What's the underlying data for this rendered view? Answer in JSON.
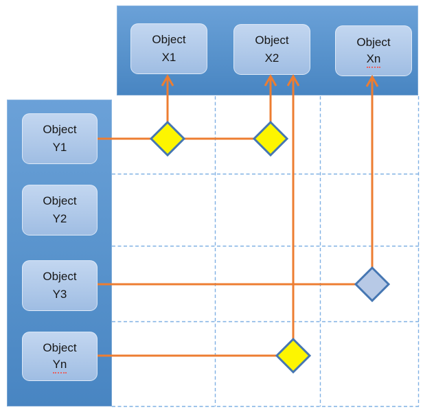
{
  "diagram": {
    "title": "object-relationship-matrix",
    "x_items": [
      {
        "line1": "Object",
        "line2": "X1"
      },
      {
        "line1": "Object",
        "line2": "X2"
      },
      {
        "line1": "Object",
        "line2": "Xn"
      }
    ],
    "y_items": [
      {
        "line1": "Object",
        "line2": "Y1"
      },
      {
        "line1": "Object",
        "line2": "Y2"
      },
      {
        "line1": "Object",
        "line2": "Y3"
      },
      {
        "line1": "Object",
        "line2": "Yn"
      }
    ],
    "relationships": [
      {
        "row": "Y1",
        "col": "X1",
        "marker": "yellow-diamond"
      },
      {
        "row": "Y1",
        "col": "X2",
        "marker": "yellow-diamond"
      },
      {
        "row": "Y3",
        "col": "Xn",
        "marker": "blue-diamond"
      },
      {
        "row": "Yn",
        "col": "X2",
        "marker": "yellow-diamond"
      }
    ],
    "colors": {
      "band_blue": "#5b95ce",
      "box_fill": "#b0c9e9",
      "connector_orange": "#ed7d31",
      "grid_dashed_blue": "#7fb0e3",
      "marker_yellow": "#fdf500",
      "marker_blue_fill": "#b7c9e6",
      "marker_border": "#4576b2"
    }
  }
}
